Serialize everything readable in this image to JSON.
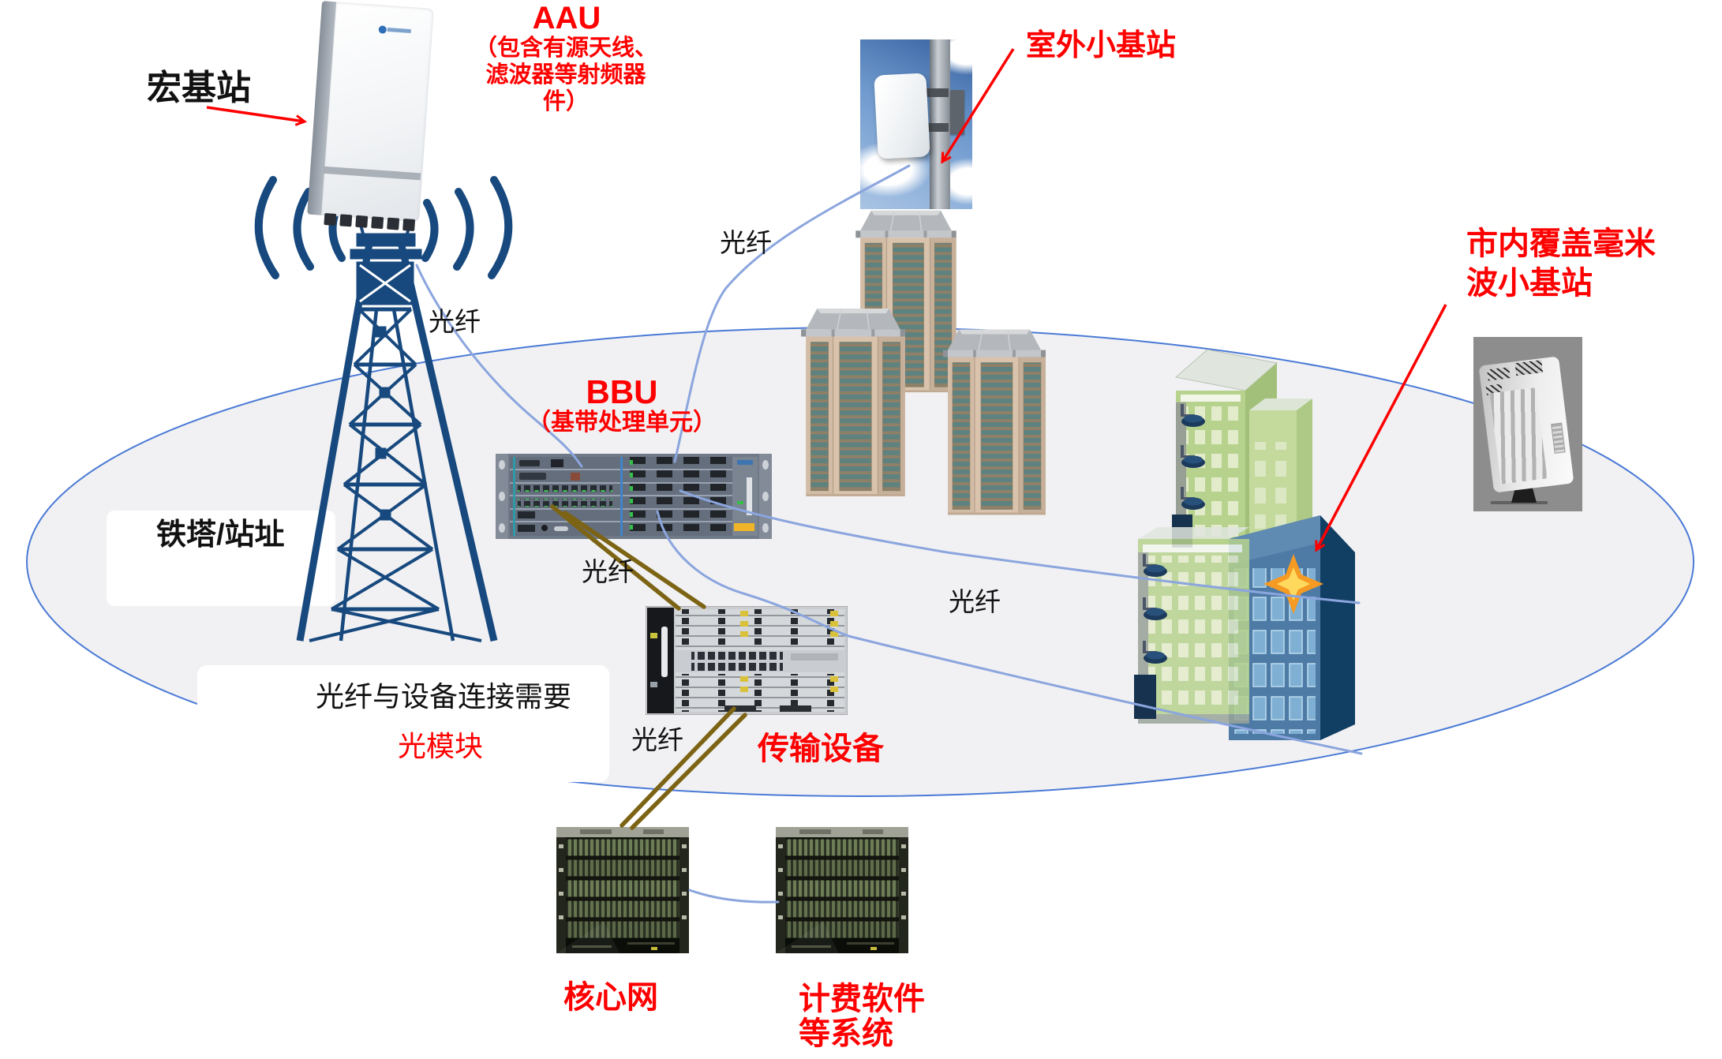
{
  "labels": {
    "macro_station": "宏基站",
    "aau_title": "AAU",
    "aau_sub": "（包含有源天线、\n滤波器等射频器\n件）",
    "outdoor_small_cell": "室外小基站",
    "mmwave_small_cell": "市内覆盖毫米\n波小基站",
    "bbu_title": "BBU",
    "bbu_sub": "（基带处理单元）",
    "tower_site": "铁塔/站址",
    "optical_note": "光纤与设备连接需要",
    "optical_module": "光模块",
    "transmission": "传输设备",
    "core_network": "核心网",
    "billing_system": "计费软件\n等系统",
    "fiber": "光纤"
  },
  "colors": {
    "accent_red": "#fe0000",
    "navy": "#17497e",
    "fiber_line_blue": "#8ba5de",
    "fiber_cable_brown": "#7c6414",
    "ellipse_fill": "#f1f1f3",
    "ellipse_border": "#4a7ad6",
    "star_orange": "#f59a23"
  }
}
